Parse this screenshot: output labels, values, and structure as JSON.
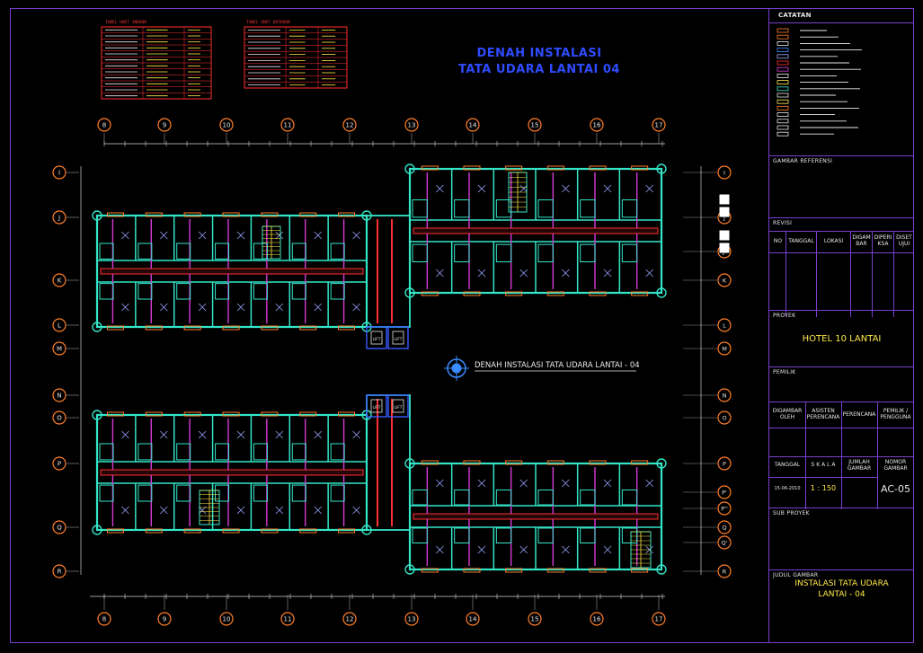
{
  "drawing": {
    "title_line1": "DENAH INSTALASI",
    "title_line2": "TATA UDARA LANTAI 04",
    "center_caption": "DENAH INSTALASI TATA UDARA LANTAI - 04",
    "grid_columns": [
      "8",
      "9",
      "10",
      "11",
      "12",
      "13",
      "14",
      "15",
      "16",
      "17"
    ],
    "grid_rows_left": [
      "I",
      "J",
      "K",
      "L",
      "M",
      "N",
      "O",
      "P",
      "Q",
      "R"
    ],
    "grid_rows_right": [
      "I",
      "J",
      "J'",
      "K",
      "L",
      "M",
      "N",
      "O",
      "P",
      "P'",
      "P''",
      "Q",
      "Q'",
      "R"
    ],
    "lift_label": "LIFT",
    "colors": {
      "background": "#000000",
      "frame": "#7a3fcf",
      "wall": "#33e6c8",
      "duct": "#ff3030",
      "column": "#ff7f2a",
      "pipe": "#d63ad6",
      "title": "#2f4bff",
      "accent_text": "#ffe94a"
    }
  },
  "schedule_tables": {
    "left_title": "TABEL UNIT INDOOR",
    "right_title": "TABEL UNIT OUTDOOR"
  },
  "panel": {
    "notes_title": "CATATAN",
    "reference_label": "GAMBAR REFERENSI",
    "revision_label": "REVISI",
    "revision_columns": [
      "NO",
      "TANGGAL",
      "LOKASI",
      "DIGAMBAR",
      "DIPERIKSA",
      "DISETUJUI"
    ],
    "project_label": "PROYEK",
    "project_value": "HOTEL 10 LANTAI",
    "owner_label": "PEMILIK",
    "sign_columns": [
      "DIGAMBAR OLEH",
      "ASISTEN PERENCANA",
      "PERENCANA",
      "PEMILIK / PENGGUNA"
    ],
    "date_label": "TANGGAL",
    "scale_label": "S K A L A",
    "count_label": "JUMLAH GAMBAR",
    "number_label": "NOMOR GAMBAR",
    "date_value": "15-06-2010",
    "scale_value": "1 : 150",
    "number_value": "AC-05",
    "subproject_label": "SUB PROYEK",
    "drawing_title_label": "JUDUL GAMBAR",
    "drawing_title_line1": "INSTALASI TATA UDARA",
    "drawing_title_line2": "LANTAI - 04"
  }
}
